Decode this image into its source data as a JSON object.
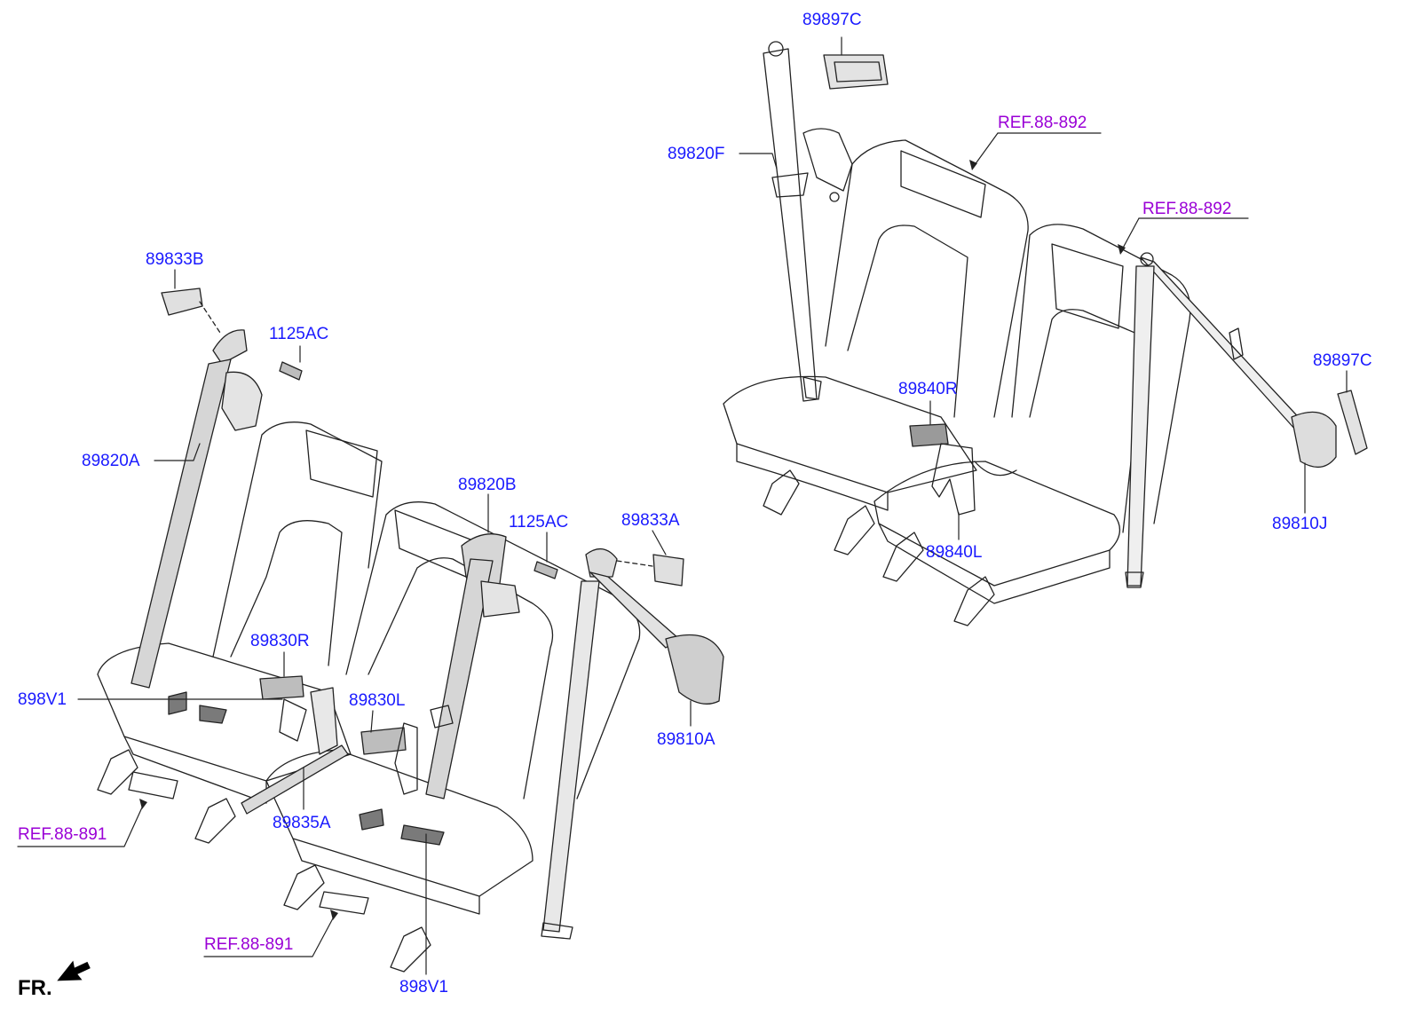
{
  "colors": {
    "part_label": "#1a1aff",
    "ref_label": "#9a00d6",
    "line": "#222222",
    "belt_fill": "#d6d6d6"
  },
  "labels": {
    "l_89897C_top": "89897C",
    "l_89820F": "89820F",
    "l_ref_892_a": "REF.88-892",
    "l_ref_892_b": "REF.88-892",
    "l_89897C_right": "89897C",
    "l_89840R": "89840R",
    "l_89840L": "89840L",
    "l_89810J": "89810J",
    "l_89833B": "89833B",
    "l_1125AC_a": "1125AC",
    "l_89820A": "89820A",
    "l_89820B": "89820B",
    "l_1125AC_b": "1125AC",
    "l_89833A": "89833A",
    "l_89830R": "89830R",
    "l_898V1_a": "898V1",
    "l_89830L": "89830L",
    "l_89810A": "89810A",
    "l_89835A": "89835A",
    "l_ref_891_a": "REF.88-891",
    "l_ref_891_b": "REF.88-891",
    "l_898V1_b": "898V1"
  },
  "front_marker": "FR.",
  "icons": {
    "front_arrow": "front-direction-arrow-icon"
  }
}
